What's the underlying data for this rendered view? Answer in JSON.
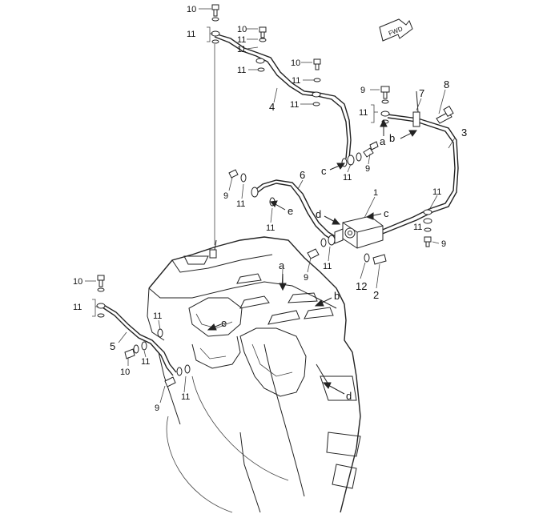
{
  "fwd_label": "FWD",
  "callouts": {
    "p10a": "10",
    "p11a": "11",
    "p10b": "10",
    "p11b": "11",
    "p11c": "11",
    "p10c": "10",
    "p11d": "11",
    "p4": "4",
    "p11e": "11",
    "p9a": "9",
    "p11f": "11",
    "p8": "8",
    "p7": "7",
    "p3": "3",
    "a1": "a",
    "b1": "b",
    "c1": "c",
    "p11g": "11",
    "p9b": "9",
    "p6": "6",
    "p9c": "9",
    "p11h": "11",
    "e1": "e",
    "p11i": "11",
    "p1": "1",
    "d1": "d",
    "c2": "c",
    "p11j": "11",
    "p11k": "11",
    "p9d": "9",
    "p9e": "9",
    "p11l": "11",
    "p12": "12",
    "p2": "2",
    "a2": "a",
    "b2": "b",
    "p10d": "10",
    "p11m": "11",
    "p11n": "11",
    "p5": "5",
    "e2": "e",
    "p10e": "10",
    "p11o": "11",
    "p9f": "9",
    "p11p": "11",
    "d2": "d"
  }
}
